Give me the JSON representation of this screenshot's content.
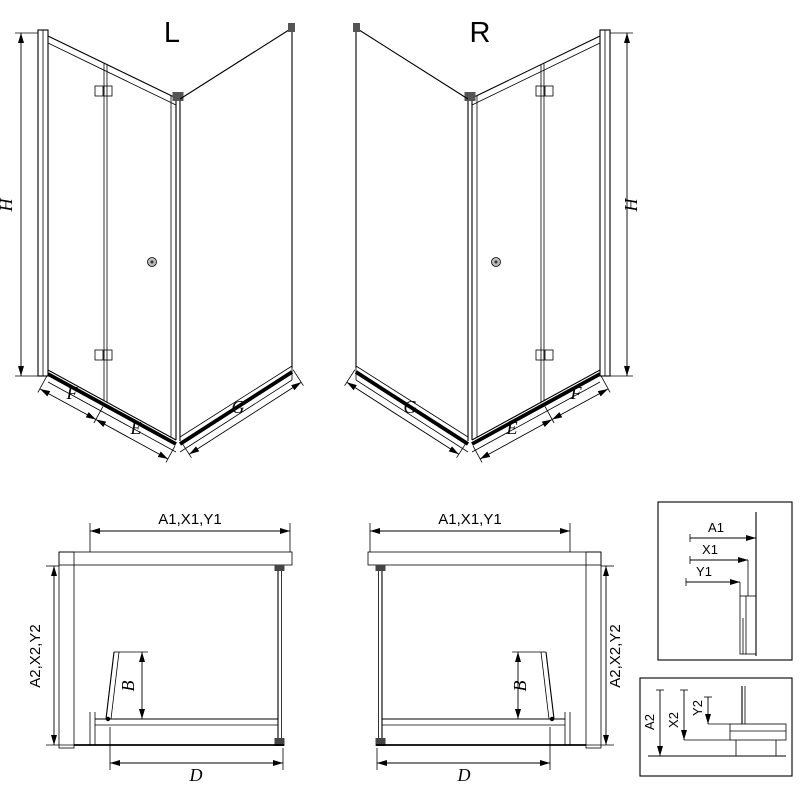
{
  "colors": {
    "background": "#ffffff",
    "line": "#000000"
  },
  "iso_left": {
    "title": "L",
    "dim_height": "H",
    "dim_fixed": "F",
    "dim_entry": "E",
    "dim_side": "G"
  },
  "iso_right": {
    "title": "R",
    "dim_height": "H",
    "dim_fixed": "F",
    "dim_entry": "E",
    "dim_side": "G"
  },
  "plan_left": {
    "dim_width": "A1,X1,Y1",
    "dim_depth": "A2,X2,Y2",
    "dim_door": "B",
    "dim_opening": "D"
  },
  "plan_right": {
    "dim_width": "A1,X1,Y1",
    "dim_depth": "A2,X2,Y2",
    "dim_door": "B",
    "dim_opening": "D"
  },
  "detail_width": {
    "dim_a1": "A1",
    "dim_x1": "X1",
    "dim_y1": "Y1"
  },
  "detail_height": {
    "dim_a2": "A2",
    "dim_x2": "X2",
    "dim_y2": "Y2"
  }
}
